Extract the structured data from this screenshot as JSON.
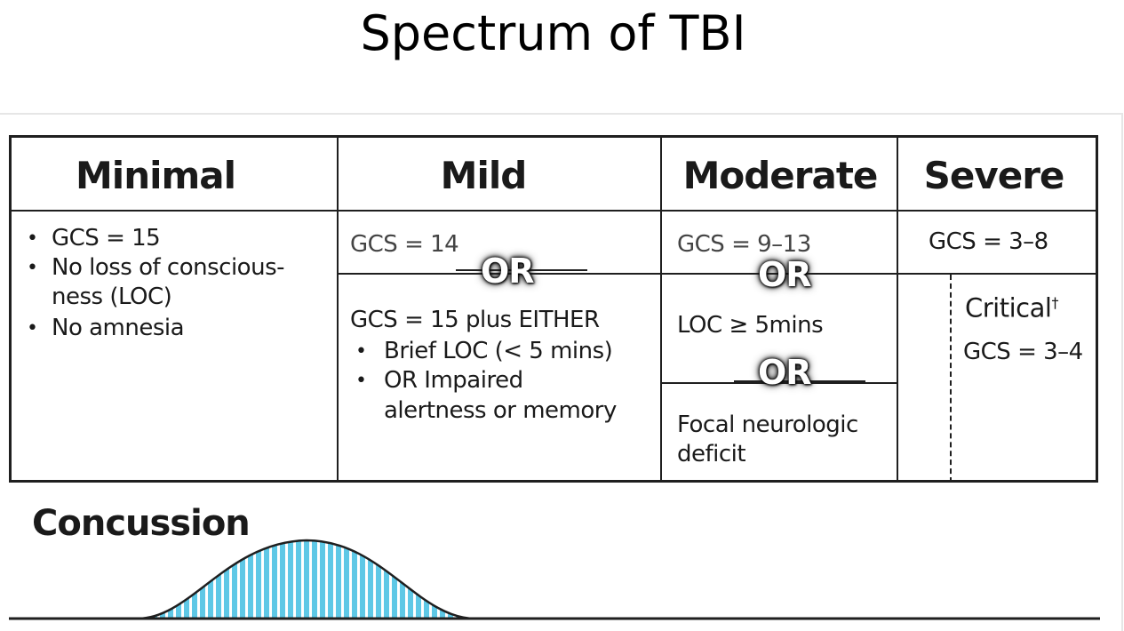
{
  "title": "Spectrum of TBI",
  "headers": {
    "minimal": "Minimal",
    "mild": "Mild",
    "moderate": "Moderate",
    "severe": "Severe"
  },
  "minimal": {
    "items": [
      "GCS = 15",
      "No loss of conscious-",
      "ness (LOC)",
      "No amnesia"
    ]
  },
  "mild": {
    "gcs": "GCS = 14",
    "either": "GCS = 15 plus EITHER",
    "items": [
      "Brief LOC (< 5 mins)",
      "OR Impaired",
      "alertness or memory"
    ]
  },
  "moderate": {
    "gcs": "GCS = 9–13",
    "loc": "LOC ≥ 5mins",
    "focal": [
      "Focal neurologic",
      "deficit"
    ]
  },
  "severe": {
    "gcs": "GCS = 3–8",
    "critical": "Critical",
    "critical_mark": "†",
    "critical_gcs": "GCS = 3–4"
  },
  "or_label": "OR",
  "concussion": "Concussion",
  "colors": {
    "curve_fill": "#5ec8e6",
    "line": "#1f1f1f"
  }
}
